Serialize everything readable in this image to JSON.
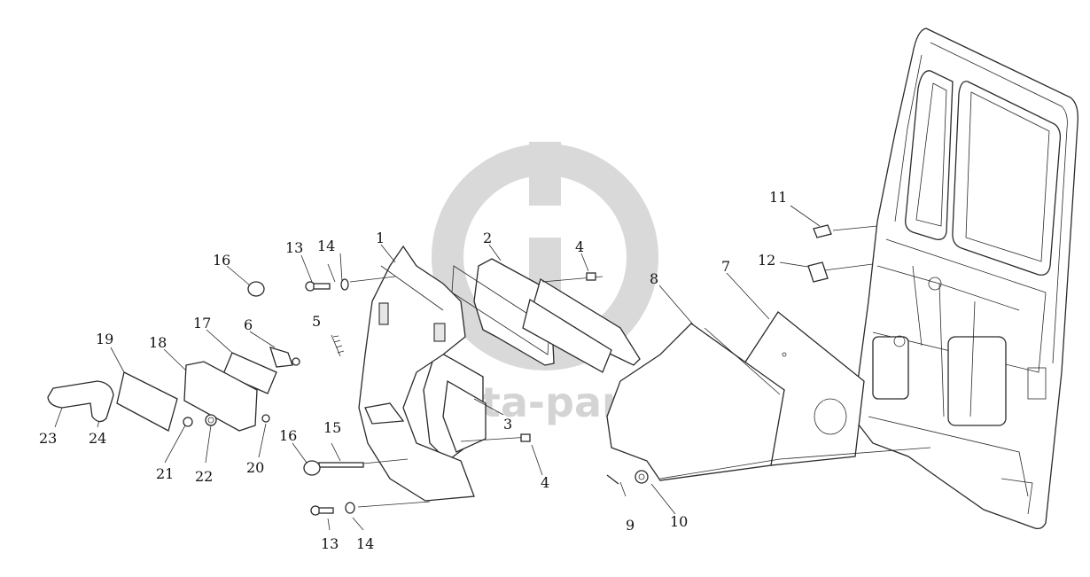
{
  "watermark": {
    "text": "data-parts"
  },
  "callouts": [
    {
      "id": "c1",
      "text": "1"
    },
    {
      "id": "c2",
      "text": "2"
    },
    {
      "id": "c3",
      "text": "3"
    },
    {
      "id": "c4a",
      "text": "4"
    },
    {
      "id": "c4b",
      "text": "4"
    },
    {
      "id": "c5",
      "text": "5"
    },
    {
      "id": "c6",
      "text": "6"
    },
    {
      "id": "c7",
      "text": "7"
    },
    {
      "id": "c8",
      "text": "8"
    },
    {
      "id": "c9",
      "text": "9"
    },
    {
      "id": "c10",
      "text": "10"
    },
    {
      "id": "c11",
      "text": "11"
    },
    {
      "id": "c12",
      "text": "12"
    },
    {
      "id": "c13a",
      "text": "13"
    },
    {
      "id": "c13b",
      "text": "13"
    },
    {
      "id": "c14a",
      "text": "14"
    },
    {
      "id": "c14b",
      "text": "14"
    },
    {
      "id": "c15",
      "text": "15"
    },
    {
      "id": "c16a",
      "text": "16"
    },
    {
      "id": "c16b",
      "text": "16"
    },
    {
      "id": "c17",
      "text": "17"
    },
    {
      "id": "c18",
      "text": "18"
    },
    {
      "id": "c19",
      "text": "19"
    },
    {
      "id": "c20",
      "text": "20"
    },
    {
      "id": "c21",
      "text": "21"
    },
    {
      "id": "c22",
      "text": "22"
    },
    {
      "id": "c23",
      "text": "23"
    },
    {
      "id": "c24",
      "text": "24"
    }
  ]
}
